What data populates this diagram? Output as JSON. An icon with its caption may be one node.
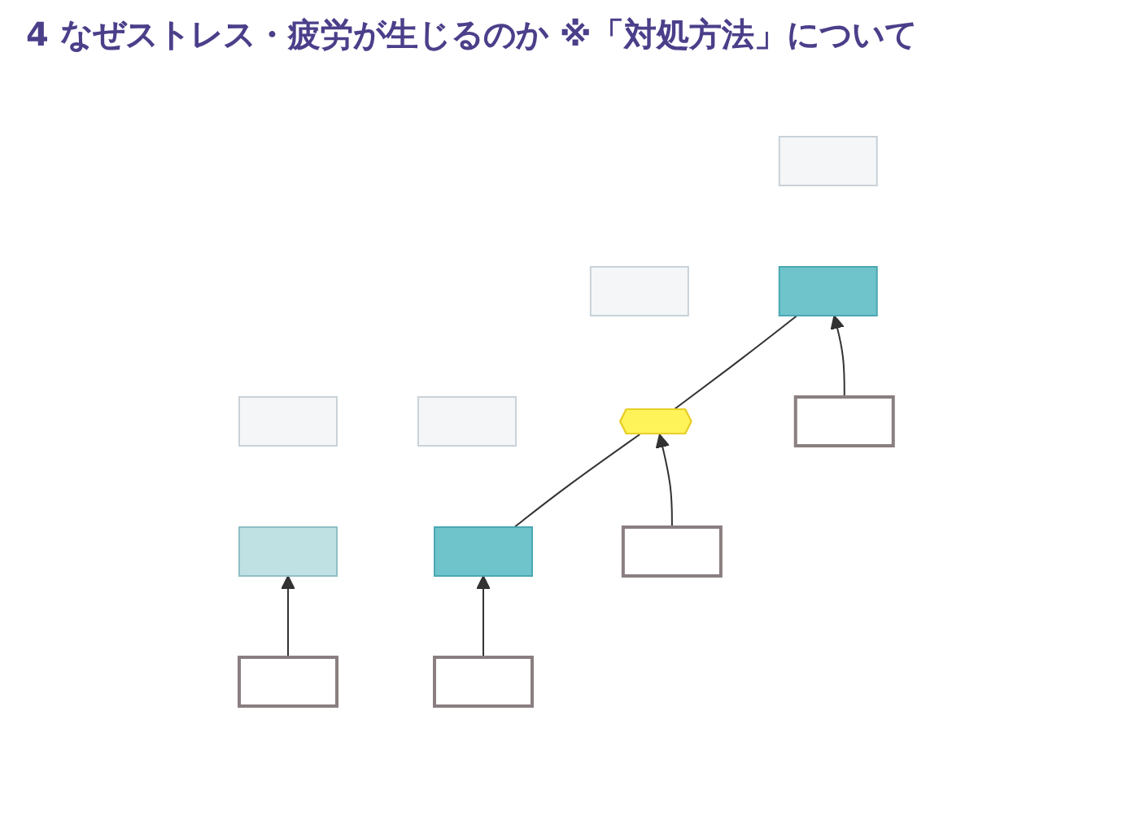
{
  "diagram": {
    "title": "4 なぜストレス・疲労が生じるのか ※「対処方法」について",
    "nodes": [
      {
        "text": [],
        "shape": "box"
      },
      {
        "text": [],
        "shape": "box"
      },
      {
        "text": [],
        "shape": "box"
      },
      {
        "text": [],
        "shape": "box"
      },
      {
        "text": [],
        "shape": "box"
      },
      {
        "text": [],
        "shape": "box"
      },
      {
        "text": [],
        "shape": "star"
      },
      {
        "text": [],
        "shape": "box"
      },
      {
        "text": [],
        "shape": "box"
      },
      {
        "text": [],
        "shape": "box"
      },
      {
        "text": [],
        "shape": "box"
      },
      {
        "text": [],
        "shape": "box"
      }
    ],
    "edges": [
      {
        "from": 5,
        "to": 6,
        "arrow": "none"
      },
      {
        "from": 6,
        "to": 7,
        "arrow": "none"
      },
      {
        "from": 8,
        "to": 4,
        "arrow": "to"
      },
      {
        "from": 9,
        "to": 5,
        "arrow": "to"
      },
      {
        "from": 10,
        "to": 6,
        "arrow": "to"
      },
      {
        "from": 11,
        "to": 7,
        "arrow": "to"
      }
    ]
  }
}
